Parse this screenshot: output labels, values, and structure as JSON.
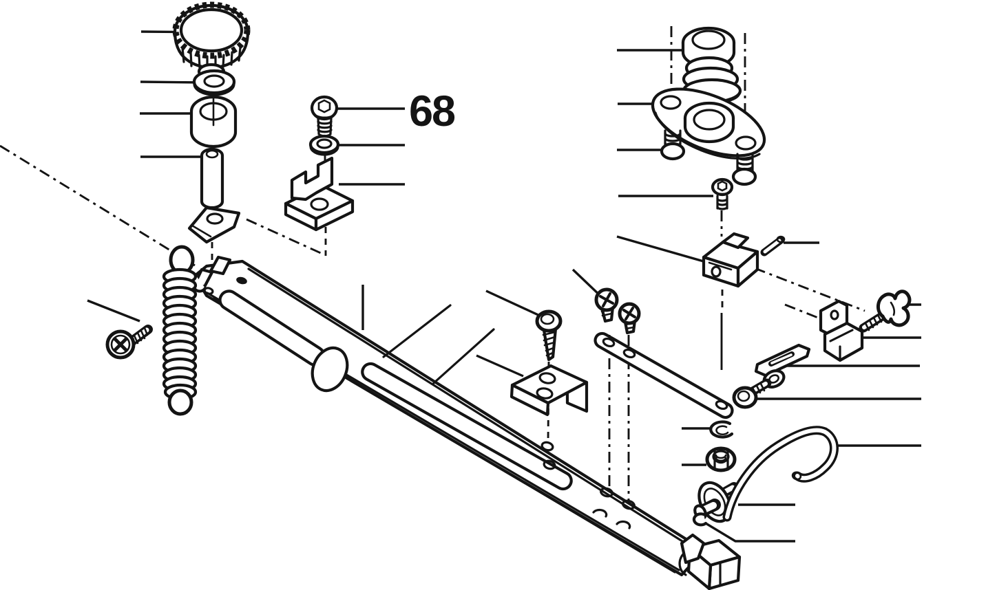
{
  "figure": {
    "label": "68",
    "type": "exploded-parts-diagram",
    "description": "Black line exploded assembly drawing of a lever-arm mechanism with fasteners",
    "background_color": "#ffffff",
    "line_color": "#141414"
  },
  "parts": [
    {
      "name": "knurled-knob"
    },
    {
      "name": "flat-washer"
    },
    {
      "name": "bushing"
    },
    {
      "name": "pivot-pin"
    },
    {
      "name": "wedge-slide"
    },
    {
      "name": "socket-screw-68"
    },
    {
      "name": "lock-washer-68"
    },
    {
      "name": "u-bracket-clamp"
    },
    {
      "name": "tension-spring"
    },
    {
      "name": "phillips-screw-left"
    },
    {
      "name": "main-lever-arm"
    },
    {
      "name": "tapping-screw"
    },
    {
      "name": "angle-bracket"
    },
    {
      "name": "link-strip"
    },
    {
      "name": "pan-screw-1"
    },
    {
      "name": "pan-screw-2"
    },
    {
      "name": "grommet-bellows"
    },
    {
      "name": "flange-plate"
    },
    {
      "name": "flange-screw-left"
    },
    {
      "name": "flange-screw-right"
    },
    {
      "name": "socket-head-screw"
    },
    {
      "name": "pivot-clamp"
    },
    {
      "name": "roll-pin"
    },
    {
      "name": "adjuster-bracket"
    },
    {
      "name": "wing-screw"
    },
    {
      "name": "slotted-link"
    },
    {
      "name": "shoulder-screw-washer"
    },
    {
      "name": "c-clip"
    },
    {
      "name": "hex-nut"
    },
    {
      "name": "guide-handle"
    },
    {
      "name": "flanged-roller"
    },
    {
      "name": "retaining-clip"
    }
  ]
}
